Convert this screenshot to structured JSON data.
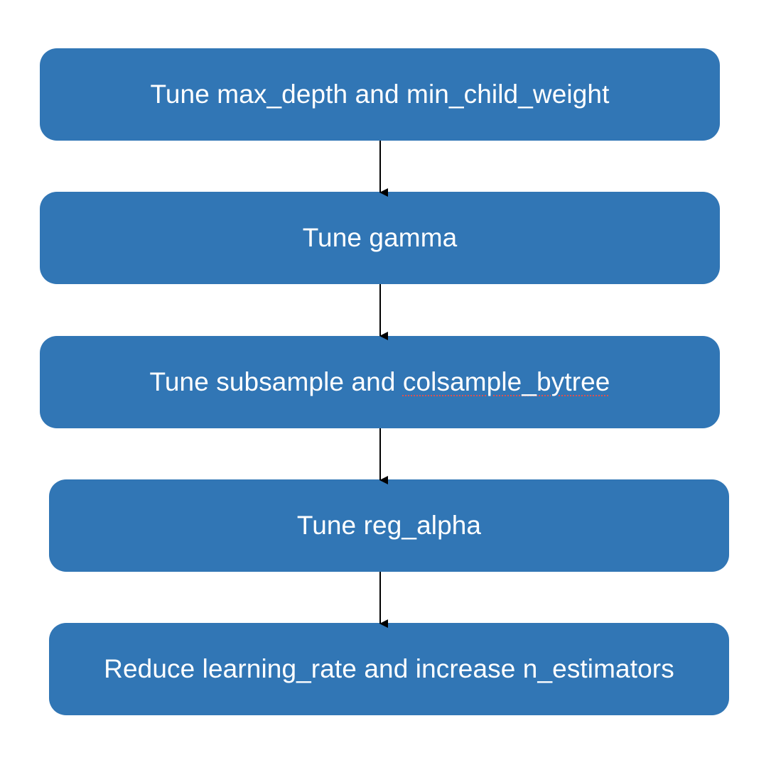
{
  "steps": [
    {
      "label": "Tune max_depth and min_child_weight"
    },
    {
      "label": "Tune gamma"
    },
    {
      "label_prefix": "Tune subsample and ",
      "label_flagged": "colsample_bytree"
    },
    {
      "label": "Tune reg_alpha"
    },
    {
      "label": "Reduce learning_rate and increase n_estimators"
    }
  ],
  "colors": {
    "box_fill": "#3176b5",
    "box_text": "#ffffff",
    "arrow": "#000000",
    "spellcheck_underline": "#e0514f"
  }
}
